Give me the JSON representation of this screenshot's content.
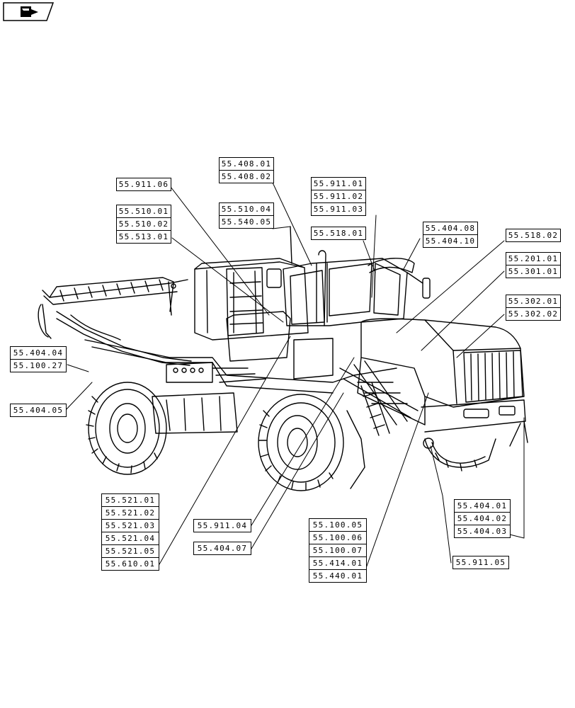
{
  "diagram": {
    "nav_icon": "arrow-return-icon",
    "callouts": [
      {
        "id": "c1",
        "codes": [
          "55.408.01",
          "55.408.02"
        ]
      },
      {
        "id": "c2",
        "codes": [
          "55.911.06"
        ]
      },
      {
        "id": "c3",
        "codes": [
          "55.911.01",
          "55.911.02",
          "55.911.03"
        ]
      },
      {
        "id": "c4",
        "codes": [
          "55.510.01",
          "55.510.02",
          "55.513.01"
        ]
      },
      {
        "id": "c5",
        "codes": [
          "55.510.04",
          "55.540.05"
        ]
      },
      {
        "id": "c6",
        "codes": [
          "55.518.01"
        ]
      },
      {
        "id": "c7",
        "codes": [
          "55.404.08",
          "55.404.10"
        ]
      },
      {
        "id": "c8",
        "codes": [
          "55.518.02"
        ]
      },
      {
        "id": "c9",
        "codes": [
          "55.201.01",
          "55.301.01"
        ]
      },
      {
        "id": "c10",
        "codes": [
          "55.302.01",
          "55.302.02"
        ]
      },
      {
        "id": "c11",
        "codes": [
          "55.404.04",
          "55.100.27"
        ]
      },
      {
        "id": "c12",
        "codes": [
          "55.404.05"
        ]
      },
      {
        "id": "c13",
        "codes": [
          "55.521.01",
          "55.521.02",
          "55.521.03",
          "55.521.04",
          "55.521.05",
          "55.610.01"
        ]
      },
      {
        "id": "c14",
        "codes": [
          "55.911.04"
        ]
      },
      {
        "id": "c15",
        "codes": [
          "55.404.07"
        ]
      },
      {
        "id": "c16",
        "codes": [
          "55.100.05",
          "55.100.06",
          "55.100.07",
          "55.414.01",
          "55.440.01"
        ]
      },
      {
        "id": "c17",
        "codes": [
          "55.404.01",
          "55.404.02",
          "55.404.03"
        ]
      },
      {
        "id": "c18",
        "codes": [
          "55.911.05"
        ]
      }
    ]
  }
}
